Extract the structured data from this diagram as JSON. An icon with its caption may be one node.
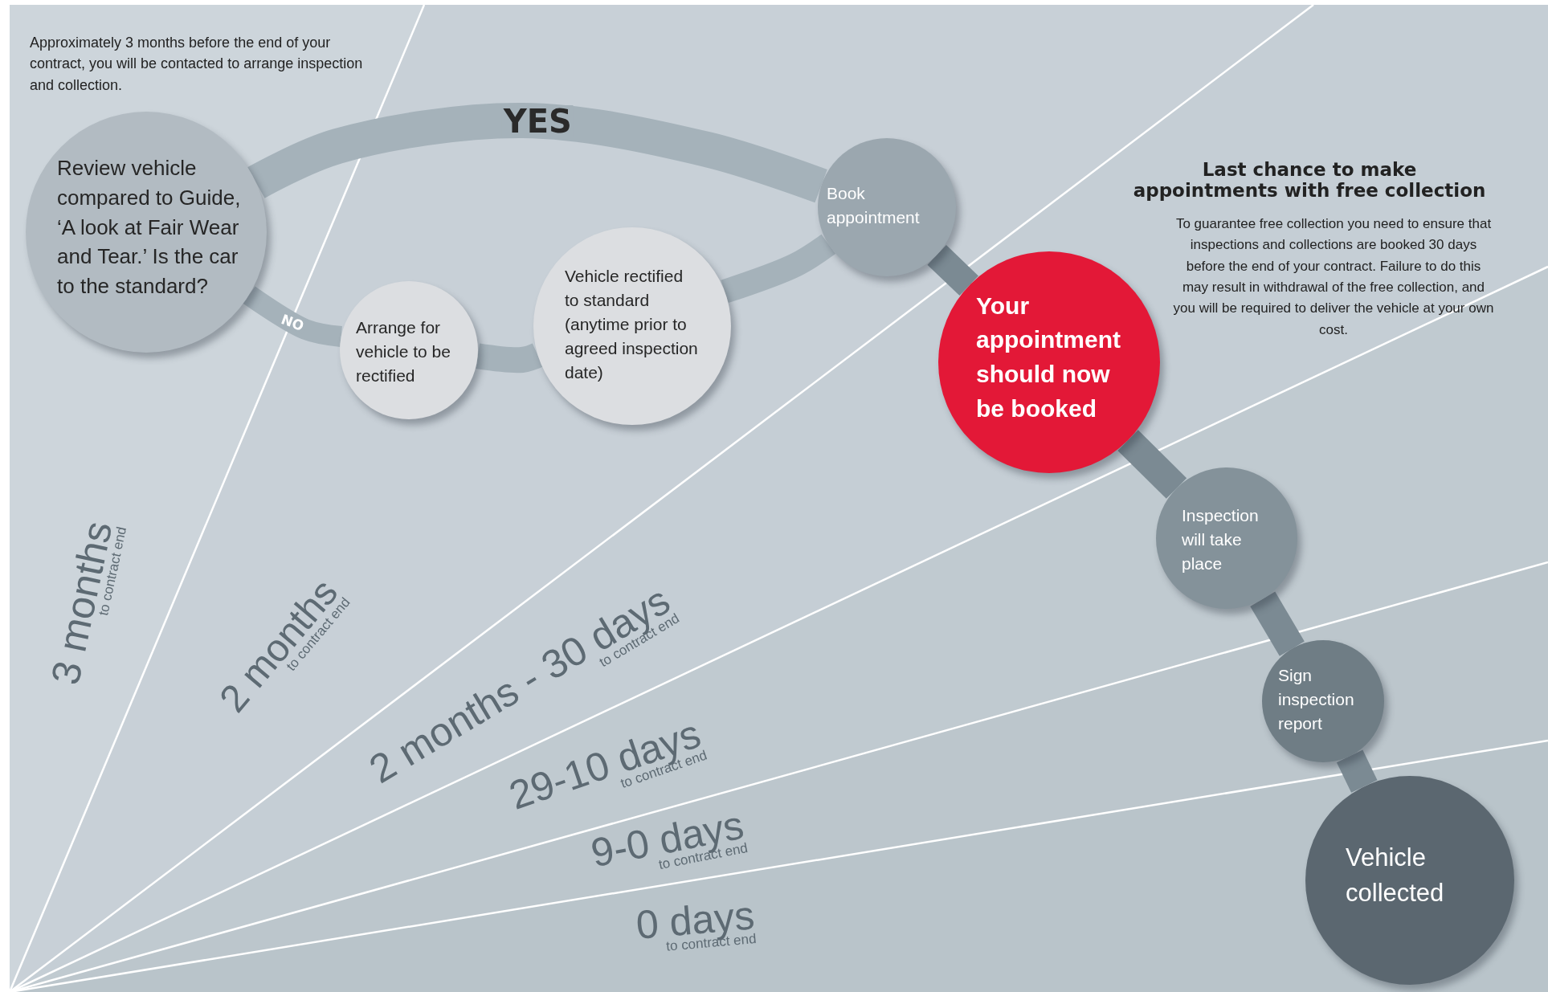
{
  "diagram": {
    "nodes": [
      {
        "text": [
          "Review vehicle compared to Guide, ‘A look at Fair Wear and Tear.’ Is the car to the standard?"
        ]
      },
      {
        "text": [
          "Arrange for vehicle to be rectified"
        ]
      },
      {
        "text": [
          "Vehicle rectified to standard (anytime prior to agreed inspection date)"
        ]
      },
      {
        "text": [
          "Book appointment"
        ]
      },
      {
        "text": [
          "Your appointment should now be booked"
        ]
      },
      {
        "text": [
          "Inspection will take place"
        ]
      },
      {
        "text": [
          "Sign inspection report"
        ]
      },
      {
        "text": [
          "Vehicle collected"
        ]
      }
    ],
    "edges": [
      {
        "from": 0,
        "to": 3,
        "arrow": "none",
        "label": "YES"
      },
      {
        "from": 0,
        "to": 1,
        "arrow": "none",
        "label": "NO"
      },
      {
        "from": 1,
        "to": 2,
        "arrow": "none"
      },
      {
        "from": 2,
        "to": 3,
        "arrow": "none"
      },
      {
        "from": 3,
        "to": 4,
        "arrow": "none",
        "color": "#7b8a93"
      },
      {
        "from": 4,
        "to": 5,
        "arrow": "none",
        "color": "#7b8a93"
      },
      {
        "from": 5,
        "to": 6,
        "arrow": "none",
        "color": "#7b8a93"
      },
      {
        "from": 6,
        "to": 7,
        "arrow": "none",
        "color": "#7b8a93"
      }
    ],
    "labels": [
      "Approximately 3 months before the end of your contract, you will be contacted to arrange inspection and collection.",
      "Last chance to make appointments with free collection",
      "To guarantee free collection you need to ensure that inspections and collections are booked 30 days before the end of your contract. Failure to do this may result in withdrawal of the free collection, and you will be required to deliver the vehicle at your own cost.",
      "3 months",
      "to contract end",
      "2 months",
      "to contract end",
      "2 months - 30 days",
      "to contract end",
      "29-10 days",
      "to contract end",
      "9-0 days",
      "to contract end",
      "0 days",
      "to contract end"
    ]
  }
}
